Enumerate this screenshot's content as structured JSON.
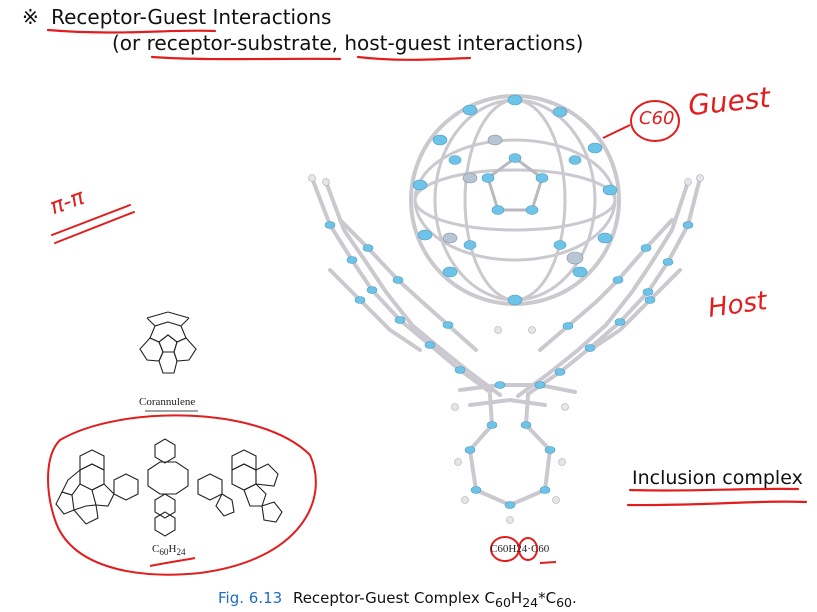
{
  "heading": {
    "symbol": "※",
    "line1": "Receptor-Guest Interactions",
    "line2": "(or receptor-substrate, host-guest interactions)"
  },
  "annotations": {
    "pi_pi": "π-π",
    "c60": "C60",
    "guest": "Guest",
    "host": "Host",
    "inclusion": "Inclusion complex"
  },
  "structures": {
    "corannulene": "Corannulene",
    "receptor_base": "C",
    "receptor_sub1": "60",
    "receptor_mid": "H",
    "receptor_sub2": "24",
    "complex_label": "C60H24·C60"
  },
  "caption": {
    "fig_num": "Fig. 6.13",
    "text_a": "Receptor-Guest Complex C",
    "sub1": "60",
    "text_b": "H",
    "sub2": "24",
    "text_c": "*C",
    "sub3": "60",
    "text_d": "."
  },
  "colors": {
    "ink_red": "#e21d1d",
    "atom_blue": "#6ec3e8",
    "bond_gray": "#c9c9cf",
    "figure_blue": "#1f6fc4"
  }
}
